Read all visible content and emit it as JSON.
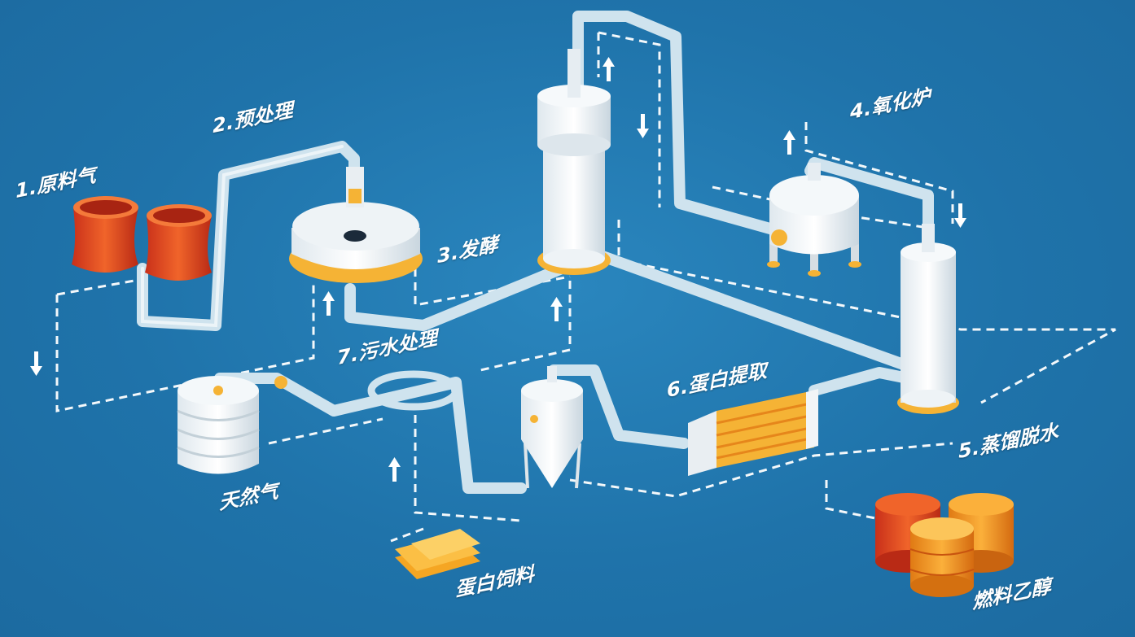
{
  "labels": {
    "raw_gas": "1.原料气",
    "pretreatment": "2.预处理",
    "fermentation": "3.发酵",
    "oxidation_furnace": "4.氧化炉",
    "distillation": "5.蒸馏脱水",
    "protein_extraction": "6.蛋白提取",
    "wastewater": "7.污水处理",
    "natural_gas": "天然气",
    "protein_feed": "蛋白饲料",
    "fuel_ethanol": "燃料乙醇"
  },
  "colors": {
    "background": "#1e6fa6",
    "pipe": "#cfe3ee",
    "dashed_line": "#ffffff",
    "tank_red": "#e0441b",
    "tank_orange": "#f08a1e",
    "equipment_white": "#f2f5f7",
    "accent_yellow": "#f5b335"
  },
  "icons": [
    "raw-gas-tanks",
    "pretreatment-tank",
    "fermentation-column",
    "oxidation-furnace",
    "distillation-column",
    "protein-extraction-unit",
    "wastewater-ring",
    "natural-gas-tank",
    "protein-feed-stack",
    "fuel-ethanol-barrels",
    "flow-arrow-up",
    "flow-arrow-down"
  ]
}
